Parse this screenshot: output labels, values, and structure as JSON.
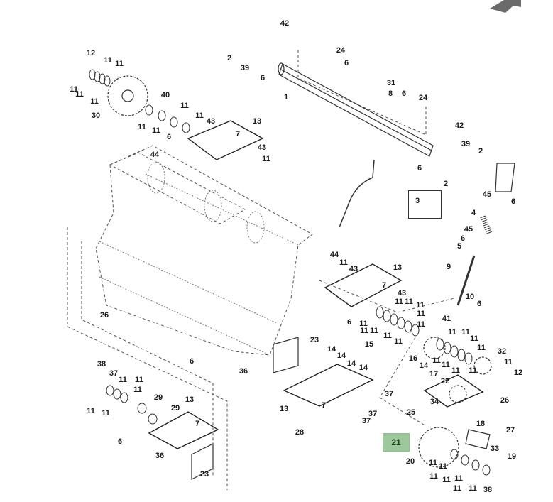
{
  "diagram": {
    "title": "Exploded parts diagram - roller assembly",
    "highlighted_callout": "21",
    "highlight_color": "#9cc89c",
    "line_color": "#333333",
    "nav_arrow": {
      "icon": "arrow-up-left-icon",
      "color": "#6b6b6b"
    },
    "callouts": [
      "42",
      "2",
      "39",
      "6",
      "24",
      "6",
      "1",
      "31",
      "8",
      "6",
      "24",
      "42",
      "39",
      "6",
      "2",
      "2",
      "45",
      "6",
      "3",
      "4",
      "45",
      "6",
      "5",
      "9",
      "10",
      "6",
      "12",
      "11",
      "11",
      "11",
      "11",
      "11",
      "30",
      "40",
      "11",
      "11",
      "11",
      "11",
      "43",
      "13",
      "7",
      "6",
      "43",
      "11",
      "44",
      "44",
      "11",
      "43",
      "13",
      "7",
      "43",
      "6",
      "11",
      "11",
      "11",
      "11",
      "11",
      "11",
      "11",
      "11",
      "11",
      "11",
      "41",
      "11",
      "11",
      "11",
      "11",
      "11",
      "11",
      "11",
      "11",
      "32",
      "11",
      "12",
      "26",
      "23",
      "6",
      "36",
      "14",
      "14",
      "14",
      "14",
      "15",
      "16",
      "14",
      "17",
      "22",
      "37",
      "13",
      "7",
      "37",
      "37",
      "28",
      "25",
      "34",
      "26",
      "18",
      "27",
      "21",
      "20",
      "33",
      "11",
      "11",
      "19",
      "11",
      "11",
      "11",
      "11",
      "11",
      "38",
      "38",
      "37",
      "11",
      "11",
      "11",
      "11",
      "11",
      "29",
      "29",
      "13",
      "7",
      "6",
      "36",
      "23"
    ]
  }
}
